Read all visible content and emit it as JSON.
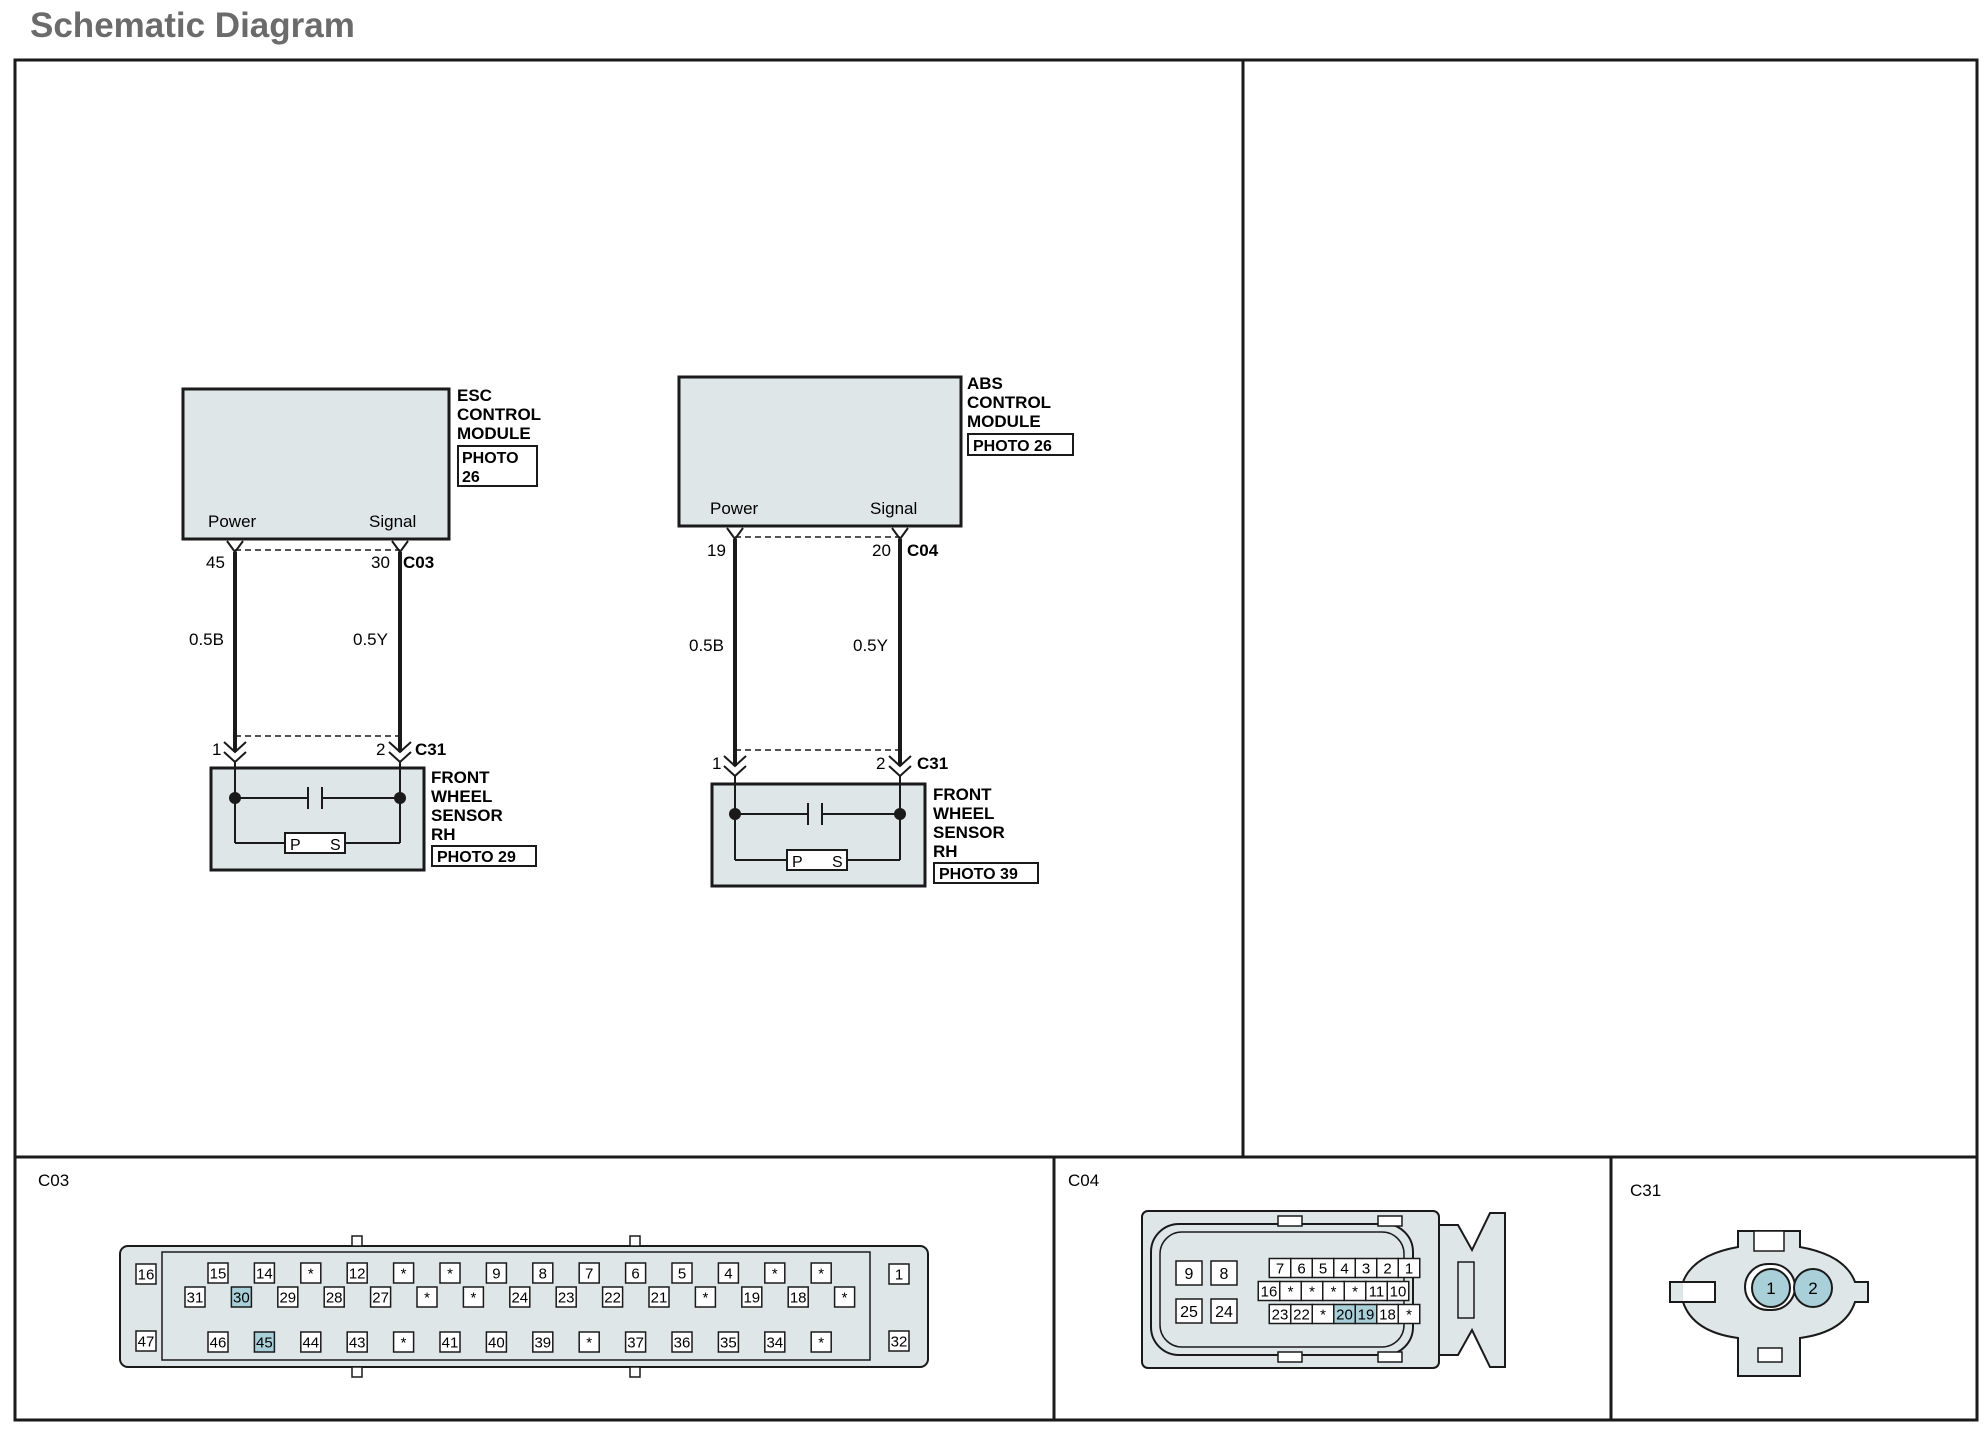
{
  "page": {
    "title": "Schematic Diagram"
  },
  "colors": {
    "module_fill": "#dfe6e8",
    "pin_highlight": "#a9cfd8",
    "line": "#1a1a1a",
    "title": "#6b6b6b"
  },
  "esc": {
    "module_label": [
      "ESC",
      "CONTROL",
      "MODULE"
    ],
    "photo": [
      "PHOTO",
      "26"
    ],
    "power_label": "Power",
    "signal_label": "Signal",
    "pin_power": "45",
    "pin_signal": "30",
    "connector_top": "C03",
    "wire_power": "0.5B",
    "wire_signal": "0.5Y",
    "pin_sensor_1": "1",
    "pin_sensor_2": "2",
    "connector_bottom": "C31",
    "sensor_label": [
      "FRONT",
      "WHEEL",
      "SENSOR",
      "RH"
    ],
    "sensor_photo": "PHOTO 29",
    "sensor_p": "P",
    "sensor_s": "S"
  },
  "abs": {
    "module_label": [
      "ABS",
      "CONTROL",
      "MODULE"
    ],
    "photo": "PHOTO 26",
    "power_label": "Power",
    "signal_label": "Signal",
    "pin_power": "19",
    "pin_signal": "20",
    "connector_top": "C04",
    "wire_power": "0.5B",
    "wire_signal": "0.5Y",
    "pin_sensor_1": "1",
    "pin_sensor_2": "2",
    "connector_bottom": "C31",
    "sensor_label": [
      "FRONT",
      "WHEEL",
      "SENSOR",
      "RH"
    ],
    "sensor_photo": "PHOTO 39",
    "sensor_p": "P",
    "sensor_s": "S"
  },
  "c03": {
    "label": "C03",
    "left_top": "16",
    "left_bottom": "47",
    "right_top": "1",
    "right_bottom": "32",
    "row1": [
      "15",
      "14",
      "*",
      "12",
      "*",
      "*",
      "9",
      "8",
      "7",
      "6",
      "5",
      "4",
      "*",
      "*"
    ],
    "row2": [
      "31",
      "30",
      "29",
      "28",
      "27",
      "*",
      "*",
      "24",
      "23",
      "22",
      "21",
      "*",
      "19",
      "18",
      "*"
    ],
    "row3": [
      "46",
      "45",
      "44",
      "43",
      "*",
      "41",
      "40",
      "39",
      "*",
      "37",
      "36",
      "35",
      "34",
      "*"
    ],
    "highlighted": [
      "30",
      "45"
    ]
  },
  "c04": {
    "label": "C04",
    "left_top": [
      "9",
      "8"
    ],
    "left_bottom": [
      "25",
      "24"
    ],
    "row1": [
      "7",
      "6",
      "5",
      "4",
      "3",
      "2",
      "1"
    ],
    "row2": [
      "16",
      "*",
      "*",
      "*",
      "*",
      "11",
      "10"
    ],
    "row3": [
      "23",
      "22",
      "*",
      "20",
      "19",
      "18",
      "*"
    ],
    "highlighted": [
      "20",
      "19"
    ]
  },
  "c31": {
    "label": "C31",
    "pins": [
      "1",
      "2"
    ]
  }
}
